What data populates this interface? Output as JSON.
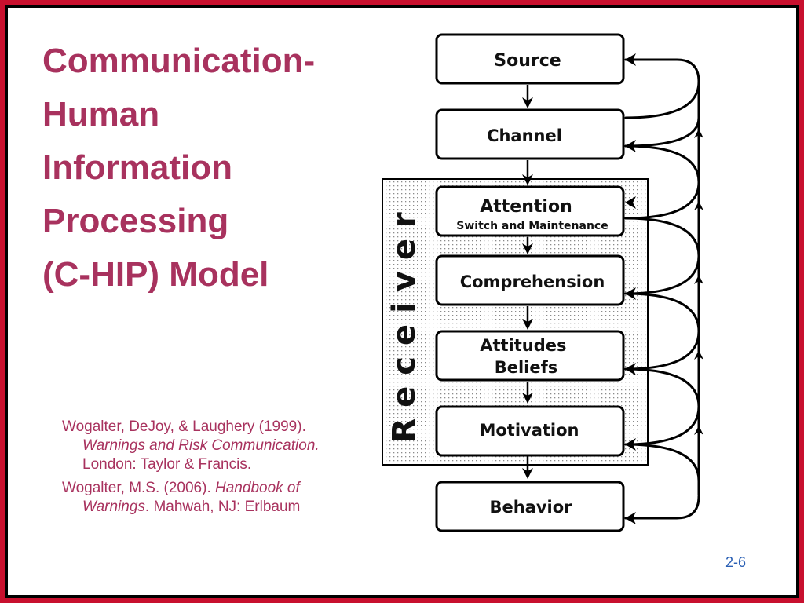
{
  "title_lines": [
    "Communication-",
    "Human",
    "Information",
    "Processing",
    "(C-HIP) Model"
  ],
  "references": [
    {
      "authors": "Wogalter, DeJoy, & Laughery (1999).",
      "work": "Warnings and Risk Communication.",
      "publisher": "London: Taylor & Francis."
    },
    {
      "authors": "Wogalter, M.S. (2006).",
      "work": "Handbook of Warnings",
      "publisher": ". Mahwah, NJ: Erlbaum"
    }
  ],
  "diagram": {
    "stages": [
      {
        "label": "Source",
        "sublabel": ""
      },
      {
        "label": "Channel",
        "sublabel": ""
      },
      {
        "label": "Attention",
        "sublabel": "Switch and Maintenance"
      },
      {
        "label": "Comprehension",
        "sublabel": ""
      },
      {
        "label": "Attitudes Beliefs",
        "sublabel": ""
      },
      {
        "label": "Motivation",
        "sublabel": ""
      },
      {
        "label": "Behavior",
        "sublabel": ""
      }
    ],
    "receiver_label": "Receiver"
  },
  "page_number": "2-6",
  "colors": {
    "title": "#a8325e",
    "frame": "#c8102e",
    "page_number": "#2a5fb4"
  }
}
